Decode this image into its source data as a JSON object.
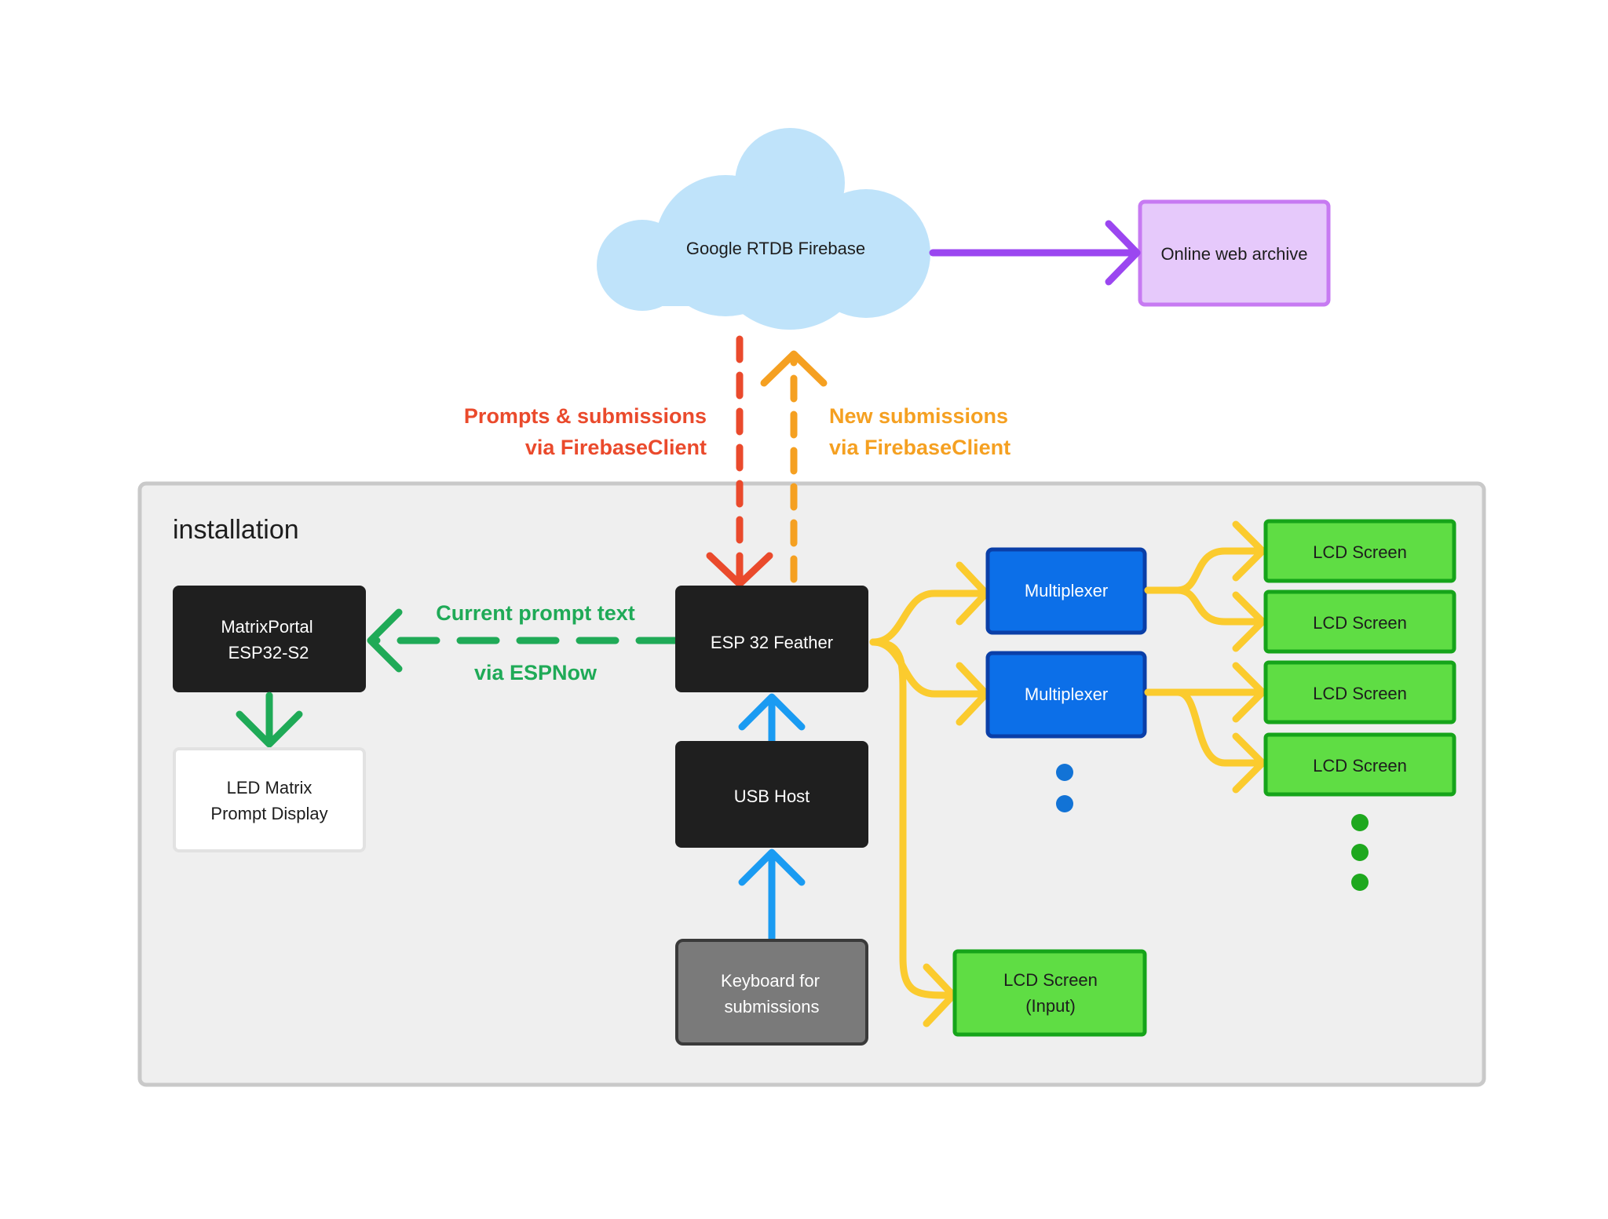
{
  "cloud": {
    "label": "Google RTDB Firebase"
  },
  "archive": {
    "label": "Online web archive"
  },
  "flows": {
    "prompts_line1": "Prompts & submissions",
    "prompts_line2": "via FirebaseClient",
    "new_line1": "New submissions",
    "new_line2": "via FirebaseClient",
    "espnow_line1": "Current prompt text",
    "espnow_line2": "via ESPNow"
  },
  "installation": {
    "title": "installation",
    "matrixportal": {
      "line1": "MatrixPortal",
      "line2": "ESP32-S2"
    },
    "led_display": {
      "line1": "LED Matrix",
      "line2": "Prompt Display"
    },
    "esp32": {
      "label": "ESP 32 Feather"
    },
    "usb_host": {
      "label": "USB Host"
    },
    "keyboard": {
      "line1": "Keyboard for",
      "line2": "submissions"
    },
    "multiplexers": [
      "Multiplexer",
      "Multiplexer"
    ],
    "lcd_screens": [
      "LCD Screen",
      "LCD Screen",
      "LCD Screen",
      "LCD Screen"
    ],
    "lcd_input": {
      "line1": "LCD Screen",
      "line2": "(Input)"
    }
  },
  "colors": {
    "cloud": "#bfe3fa",
    "archive_fill": "#e6c9fb",
    "archive_stroke": "#c77af2",
    "purple_arrow": "#9b46f0",
    "red_arrow": "#ea4a2c",
    "orange_arrow": "#f5a021",
    "green_arrow": "#1faa57",
    "blue_arrow": "#1a9bf2",
    "yellow_arrow": "#fbcb2e",
    "dark_box": "#1f1f1f",
    "gray_box": "#7a7a7a",
    "multiplexer": "#0c6fe8",
    "lcd": "#5fdd44",
    "lcd_stroke": "#16a41a",
    "installation_bg": "#efefef"
  }
}
